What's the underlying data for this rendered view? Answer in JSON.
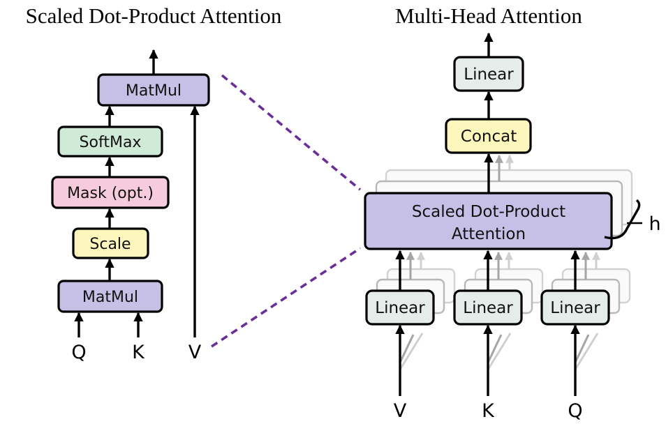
{
  "titles": {
    "left": "Scaled Dot-Product Attention",
    "right": "Multi-Head Attention"
  },
  "sdpa": {
    "matmul_top": "MatMul",
    "softmax": "SoftMax",
    "mask": "Mask (opt.)",
    "scale": "Scale",
    "matmul_bottom": "MatMul",
    "inputs": [
      "Q",
      "K",
      "V"
    ]
  },
  "mha": {
    "linear_top": "Linear",
    "concat": "Concat",
    "attention_line1": "Scaled Dot-Product",
    "attention_line2": "Attention",
    "heads_label": "h",
    "linears": [
      "Linear",
      "Linear",
      "Linear"
    ],
    "inputs": [
      "V",
      "K",
      "Q"
    ]
  },
  "colors": {
    "matmul": "#c6c0e6",
    "softmax": "#cfead7",
    "mask": "#f6cbdc",
    "scale": "#fdf6bd",
    "linear": "#e6ecea",
    "concat": "#fdf6bd",
    "attention": "#c6c0e6",
    "dashed_connector": "#6a2f96"
  }
}
